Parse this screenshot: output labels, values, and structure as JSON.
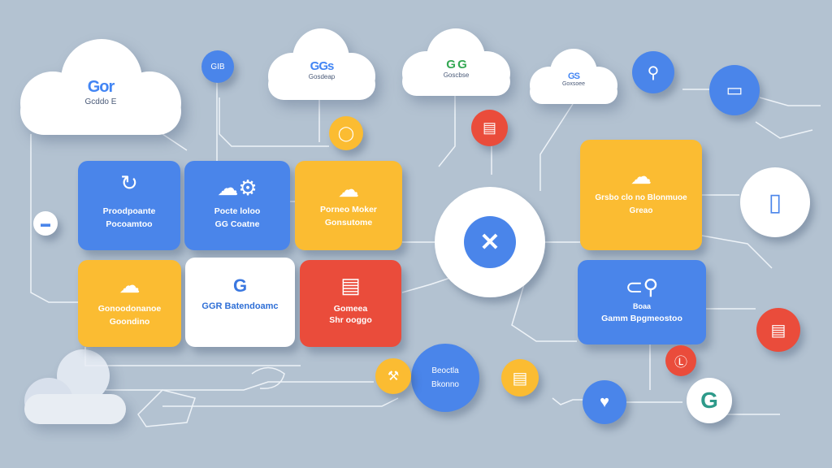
{
  "clouds": [
    {
      "logo": "Gor",
      "sub": "Gcddo E"
    },
    {
      "logo": "GGs",
      "sub": "Gosdeap"
    },
    {
      "logo": "G G",
      "sub": "Goscbse"
    },
    {
      "logo": "GS",
      "sub": "Goxsoee"
    }
  ],
  "badge_top": "GIB",
  "tiles": [
    {
      "l1": "Proodpoante",
      "l2": "Pocoamtoo"
    },
    {
      "l1": "Pocte loloo",
      "l2": "GG Coatne"
    },
    {
      "l1": "Porneo Moker",
      "l2": "Gonsutome"
    },
    {
      "l1": "Gonoodonanoe",
      "l2": "Goondino"
    },
    {
      "logo": "G",
      "l1": "GGR Batendoamc"
    },
    {
      "l1": "Gomeea",
      "l2": "Shr ooggo"
    }
  ],
  "right_tiles": [
    {
      "l1": "Grsbo clo no Blonmuoe",
      "l2": "Greao"
    },
    {
      "l1": "Boaa",
      "l2": "Gamm Bpgmeostoo"
    }
  ],
  "bottom_circle": {
    "l1": "Beoctla",
    "l2": "Bkonno"
  },
  "g_badge": "G",
  "colors": {
    "blue": "#4a85ea",
    "yellow": "#fbbc32",
    "red": "#ea4c3b",
    "background": "#b3c2d1"
  }
}
